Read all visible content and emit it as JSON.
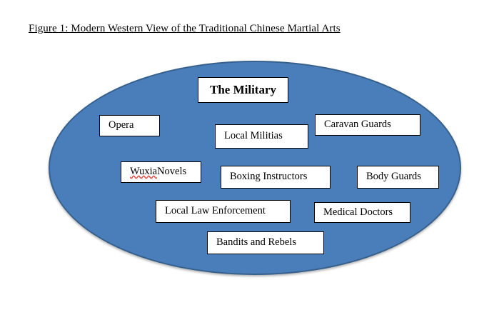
{
  "figure": {
    "caption": "Figure 1: Modern Western View of the Traditional Chinese Martial Arts"
  },
  "diagram": {
    "type": "venn-container",
    "container_shape": "ellipse",
    "container_label": "",
    "colors": {
      "ellipse_fill": "#4a7ebb",
      "ellipse_border": "#37618d",
      "node_fill": "#ffffff",
      "node_border": "#000000",
      "text": "#000000",
      "spellcheck_underline": "#e8453c"
    },
    "nodes": [
      {
        "label": "The Military",
        "emphasis": "bold"
      },
      {
        "label": "Opera",
        "emphasis": "normal"
      },
      {
        "label": "Local Militias",
        "emphasis": "normal"
      },
      {
        "label": "Caravan Guards",
        "emphasis": "normal"
      },
      {
        "label_misspelled": "Wuxia",
        "label_rest": " Novels",
        "emphasis": "normal"
      },
      {
        "label": "Boxing Instructors",
        "emphasis": "normal"
      },
      {
        "label": "Body Guards",
        "emphasis": "normal"
      },
      {
        "label": "Local Law Enforcement",
        "emphasis": "normal"
      },
      {
        "label": "Medical Doctors",
        "emphasis": "normal"
      },
      {
        "label": "Bandits and Rebels",
        "emphasis": "normal"
      }
    ]
  }
}
